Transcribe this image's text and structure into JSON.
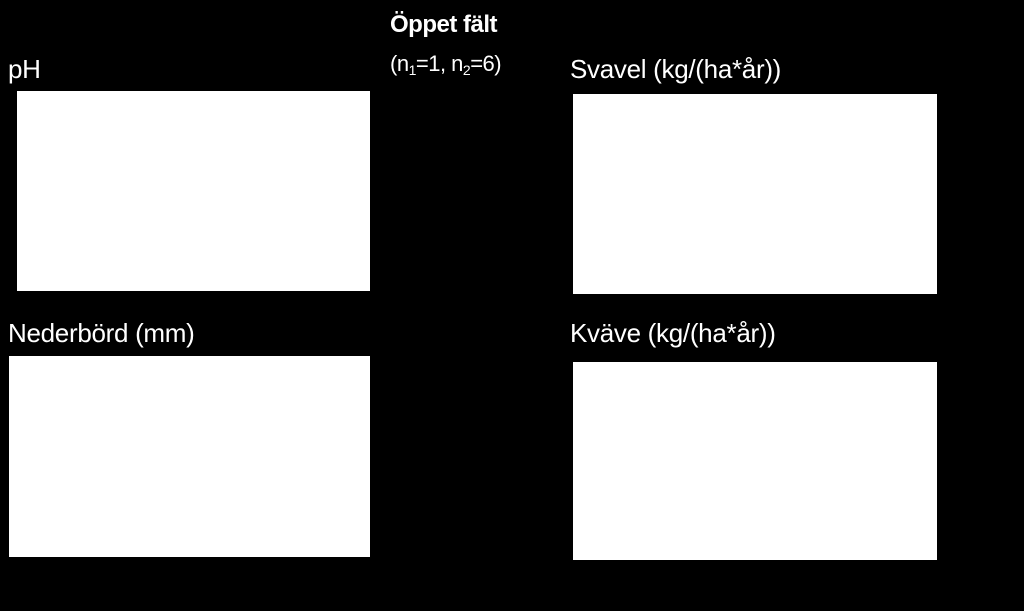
{
  "header": {
    "title": "Öppet fält",
    "subtitle_prefix": "(n",
    "sub1": "1",
    "mid": "=1, n",
    "sub2": "2",
    "suffix": "=6)"
  },
  "chart_data": [
    {
      "type": "bar",
      "title": "pH",
      "categories": [],
      "values": []
    },
    {
      "type": "bar",
      "title": "Svavel (kg/(ha*år))",
      "categories": [],
      "values": []
    },
    {
      "type": "bar",
      "title": "Nederbörd (mm)",
      "categories": [],
      "values": []
    },
    {
      "type": "bar",
      "title": "Kväve (kg/(ha*år))",
      "categories": [],
      "values": []
    }
  ],
  "colors": {
    "background": "#000000",
    "text": "#ffffff",
    "plot_area": "#ffffff"
  }
}
